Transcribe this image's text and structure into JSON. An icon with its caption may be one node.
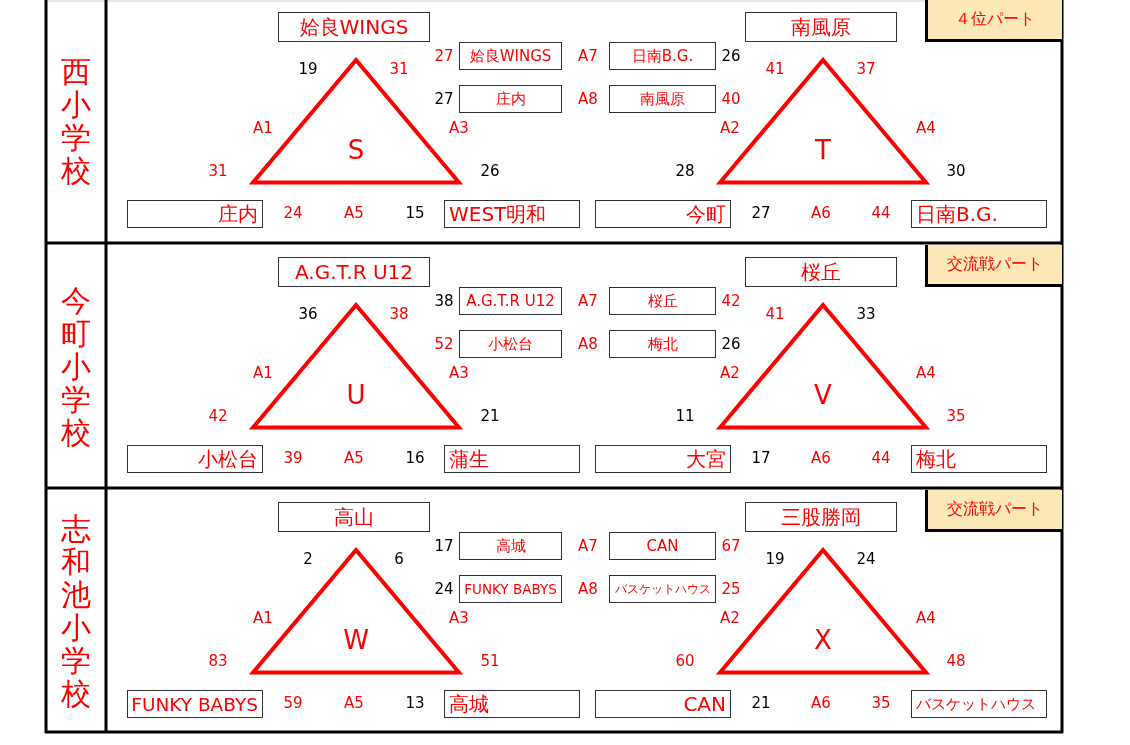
{
  "diagram": {
    "nodes": [
      {
        "text": [
          "西小学校"
        ]
      },
      {
        "text": [
          "姶良WINGS"
        ]
      },
      {
        "text": [
          "姶良WINGS"
        ]
      },
      {
        "text": [
          "日南B.G."
        ]
      },
      {
        "text": [
          "南風原"
        ]
      },
      {
        "text": [
          "４位パート"
        ]
      },
      {
        "text": [
          "庄内"
        ]
      },
      {
        "text": [
          "南風原"
        ]
      },
      {
        "text": [
          "S"
        ]
      },
      {
        "text": [
          "T"
        ]
      },
      {
        "text": [
          "庄内"
        ]
      },
      {
        "text": [
          "WEST明和"
        ]
      },
      {
        "text": [
          "今町"
        ]
      },
      {
        "text": [
          "日南B.G."
        ]
      },
      {
        "text": [
          "今町小学校"
        ]
      },
      {
        "text": [
          "A.G.T.R U12"
        ]
      },
      {
        "text": [
          "A.G.T.R U12"
        ]
      },
      {
        "text": [
          "桜丘"
        ]
      },
      {
        "text": [
          "桜丘"
        ]
      },
      {
        "text": [
          "交流戦パート"
        ]
      },
      {
        "text": [
          "小松台"
        ]
      },
      {
        "text": [
          "梅北"
        ]
      },
      {
        "text": [
          "U"
        ]
      },
      {
        "text": [
          "V"
        ]
      },
      {
        "text": [
          "小松台"
        ]
      },
      {
        "text": [
          "蒲生"
        ]
      },
      {
        "text": [
          "大宮"
        ]
      },
      {
        "text": [
          "梅北"
        ]
      },
      {
        "text": [
          "志和池小学校"
        ]
      },
      {
        "text": [
          "高山"
        ]
      },
      {
        "text": [
          "高城"
        ]
      },
      {
        "text": [
          "CAN"
        ]
      },
      {
        "text": [
          "三股勝岡"
        ]
      },
      {
        "text": [
          "交流戦パート"
        ]
      },
      {
        "text": [
          "FUNKY BABYS"
        ]
      },
      {
        "text": [
          "バスケットハウス"
        ]
      },
      {
        "text": [
          "W"
        ]
      },
      {
        "text": [
          "X"
        ]
      },
      {
        "text": [
          "FUNKY BABYS"
        ]
      },
      {
        "text": [
          "高城"
        ]
      },
      {
        "text": [
          "CAN"
        ]
      },
      {
        "text": [
          "バスケットハウス"
        ]
      }
    ],
    "labels": [
      "27",
      "A7",
      "26",
      "19",
      "31",
      "41",
      "37",
      "27",
      "A8",
      "40",
      "A1",
      "A3",
      "A2",
      "A4",
      "31",
      "26",
      "28",
      "30",
      "24",
      "A5",
      "15",
      "27",
      "A6",
      "44",
      "38",
      "A7",
      "42",
      "36",
      "38",
      "41",
      "33",
      "52",
      "A8",
      "26",
      "A1",
      "A3",
      "A2",
      "A4",
      "42",
      "21",
      "11",
      "35",
      "39",
      "A5",
      "16",
      "17",
      "A6",
      "44",
      "17",
      "A7",
      "67",
      "2",
      "6",
      "19",
      "24",
      "24",
      "A8",
      "25",
      "A1",
      "A3",
      "A2",
      "A4",
      "83",
      "51",
      "60",
      "48",
      "59",
      "A5",
      "13",
      "21",
      "A6",
      "35"
    ]
  }
}
